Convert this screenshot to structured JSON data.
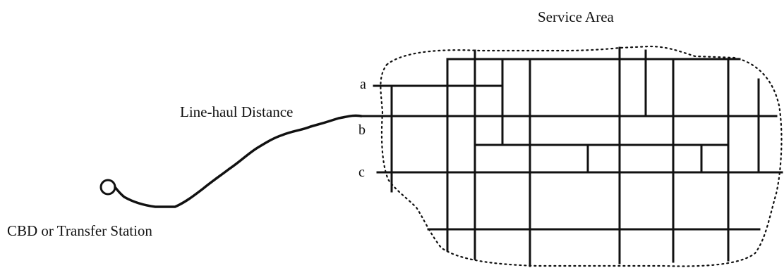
{
  "labels": {
    "service_area": "Service Area",
    "line_haul": "Line-haul Distance",
    "cbd": "CBD or Transfer Station",
    "a": "a",
    "b": "b",
    "c": "c"
  },
  "colors": {
    "ink": "#111111",
    "background": "#ffffff"
  }
}
